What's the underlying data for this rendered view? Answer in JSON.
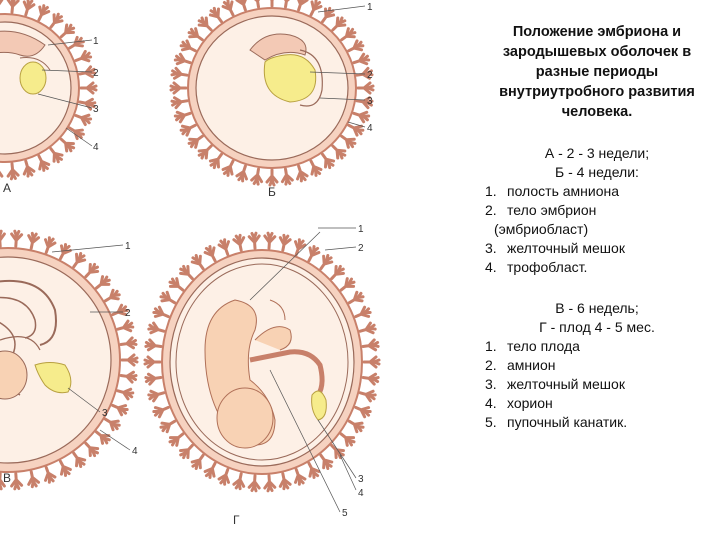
{
  "title": "Положение эмбриона и зародышевых оболочек в разные периоды внутриутробного развития человека.",
  "section1": {
    "lines": [
      "А - 2 - 3 недели;",
      "Б - 4 недели:"
    ],
    "items": [
      {
        "num": "1.",
        "text": "полость амниона"
      },
      {
        "num": "2.",
        "text": "тело эмбрион"
      },
      {
        "num": "",
        "text": "(эмбриобласт)"
      },
      {
        "num": "3.",
        "text": "желточный мешок"
      },
      {
        "num": "4.",
        "text": "трофобласт."
      }
    ]
  },
  "section2": {
    "lines": [
      "В - 6 недель;",
      "Г - плод 4 - 5 мес."
    ],
    "items": [
      {
        "num": "1.",
        "text": "тело плода"
      },
      {
        "num": "2.",
        "text": "амнион"
      },
      {
        "num": "3.",
        "text": "желточный мешок"
      },
      {
        "num": "4.",
        "text": "хорион"
      },
      {
        "num": "5.",
        "text": "пупочный канатик."
      }
    ]
  },
  "figure": {
    "panel_letters": [
      "А",
      "Б",
      "В",
      "Г"
    ],
    "panel_a_labels": [
      "1",
      "2",
      "3",
      "4"
    ],
    "panel_b_labels": [
      "1",
      "2",
      "3",
      "4"
    ],
    "panel_v_labels": [
      "1",
      "2",
      "3",
      "4"
    ],
    "panel_g_labels": [
      "1",
      "2",
      "3",
      "4",
      "5"
    ],
    "colors": {
      "villi": "#f1b59a",
      "villi_outline": "#c8806a",
      "chorion": "#f6d2c0",
      "cavity": "#fdf0e6",
      "yolk": "#f6ec8c",
      "embryo": "#f8d2b4",
      "line": "#555555"
    }
  }
}
